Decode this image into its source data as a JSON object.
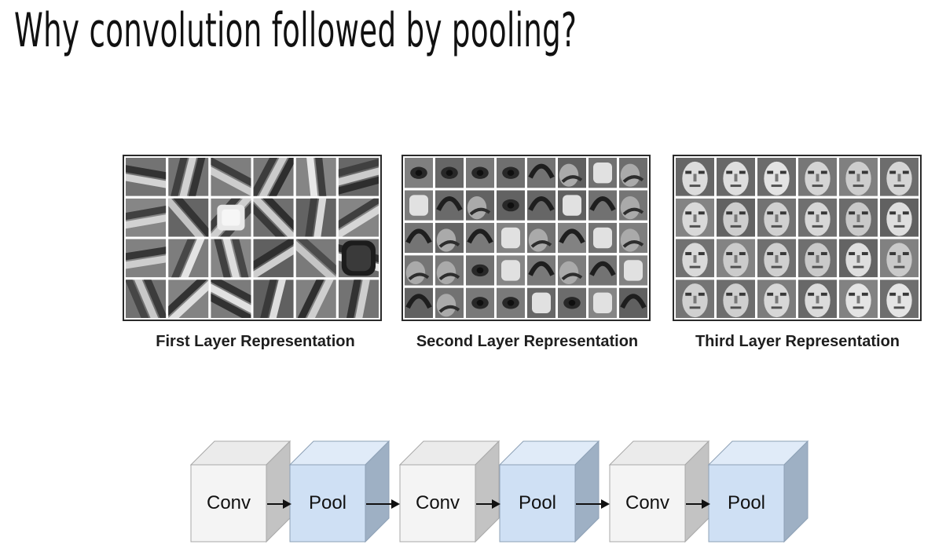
{
  "title": "Why convolution followed by pooling?",
  "figures": [
    {
      "caption": "First Layer Representation",
      "kind": "edges"
    },
    {
      "caption": "Second Layer Representation",
      "kind": "parts"
    },
    {
      "caption": "Third Layer Representation",
      "kind": "faces"
    }
  ],
  "pipeline": [
    {
      "label": "Conv",
      "type": "conv"
    },
    {
      "label": "Pool",
      "type": "pool"
    },
    {
      "label": "Conv",
      "type": "conv"
    },
    {
      "label": "Pool",
      "type": "pool"
    },
    {
      "label": "Conv",
      "type": "conv"
    },
    {
      "label": "Pool",
      "type": "pool"
    }
  ],
  "colors": {
    "conv_front": "#f4f4f4",
    "conv_top": "#ebebeb",
    "conv_side": "#c3c3c3",
    "pool_front": "#cfe0f4",
    "pool_top": "#e0ebf8",
    "pool_side": "#9eb0c4",
    "grid_line": "#ffffff",
    "arrow": "#111111"
  }
}
